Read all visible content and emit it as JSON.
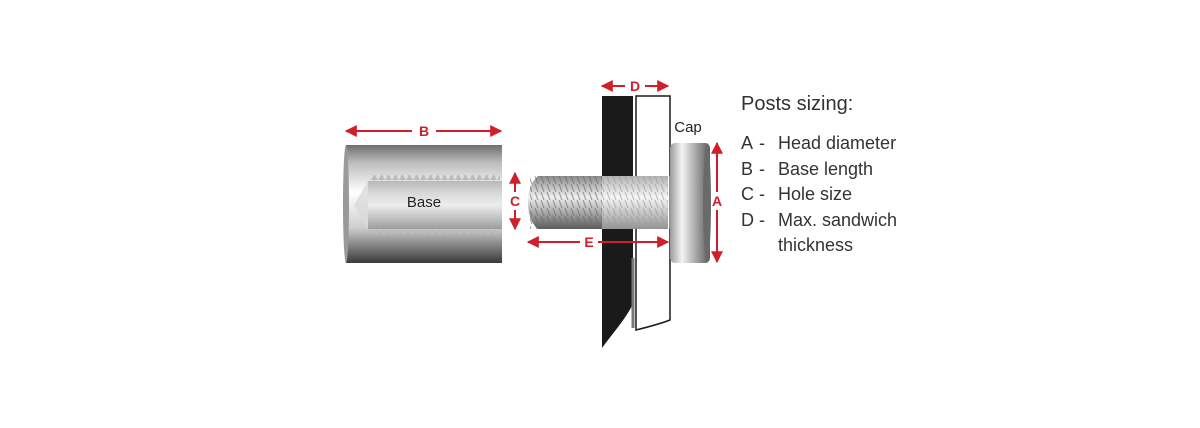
{
  "labels": {
    "base": "Base",
    "cap": "Cap"
  },
  "dimensions": {
    "a": "A",
    "b": "B",
    "c": "C",
    "d": "D",
    "e": "E"
  },
  "legend": {
    "title": "Posts sizing:",
    "items": [
      {
        "letter": "A",
        "dash": "-",
        "text": "Head diameter"
      },
      {
        "letter": "B",
        "dash": "-",
        "text": "Base length"
      },
      {
        "letter": "C",
        "dash": "-",
        "text": "Hole size"
      },
      {
        "letter": "D",
        "dash": "-",
        "text": "Max. sandwich thickness"
      }
    ]
  },
  "colors": {
    "dimension": "#d01f2a",
    "panel": "#1a1a1a",
    "text": "#333333"
  }
}
